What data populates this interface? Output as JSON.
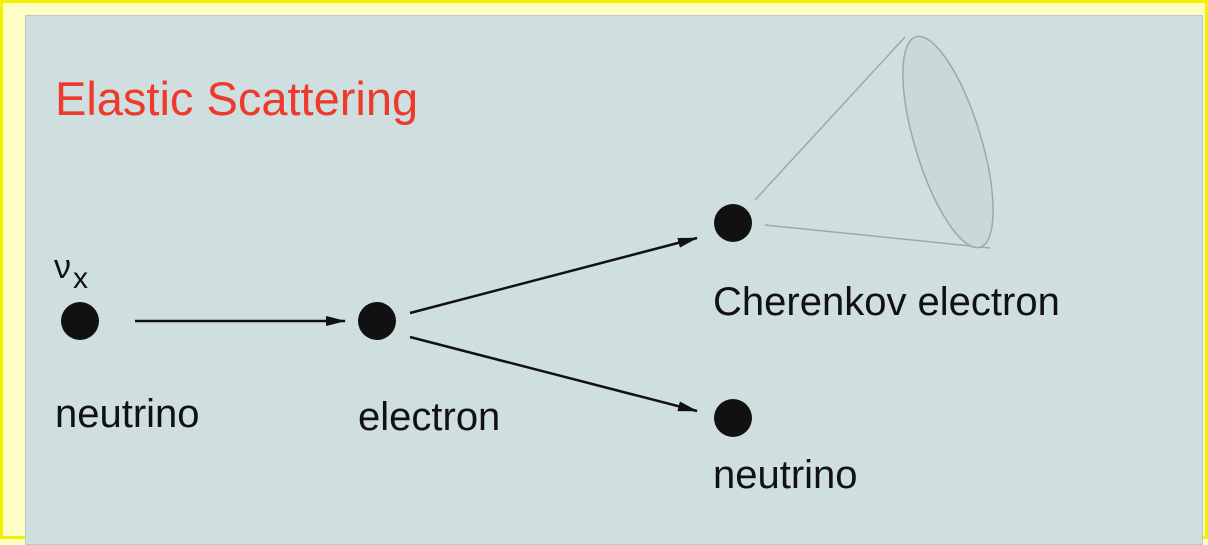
{
  "title": "Elastic Scattering",
  "incoming_symbol": {
    "main": "ν",
    "subscript": "x"
  },
  "labels": {
    "incoming_neutrino": "neutrino",
    "electron": "electron",
    "cherenkov_electron": "Cherenkov electron",
    "outgoing_neutrino": "neutrino"
  },
  "colors": {
    "background": "#ffffc4",
    "border": "#f2f200",
    "panel": "#cfdede",
    "title": "#ee3a2c",
    "ink": "#111111",
    "cone": "#c9d8d8",
    "cone_stroke": "#9aaaaa"
  }
}
